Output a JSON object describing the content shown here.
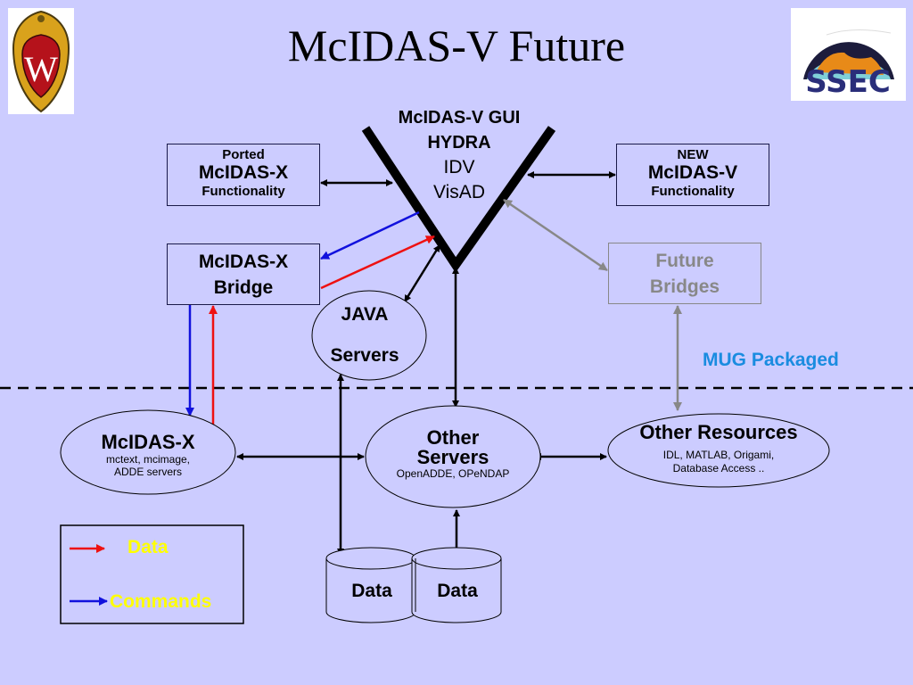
{
  "title": "McIDAS-V Future",
  "logos": {
    "left": "UW crest",
    "right": "SSEC",
    "right_text": "SSEC"
  },
  "gui": {
    "line1": "McIDAS-V GUI",
    "line2": "HYDRA",
    "line3": "IDV",
    "line4": "VisAD"
  },
  "ported_box": {
    "line1": "Ported",
    "line2": "McIDAS-X",
    "line3": "Functionality"
  },
  "new_box": {
    "line1": "NEW",
    "line2": "McIDAS-V",
    "line3": "Functionality"
  },
  "bridge_box": {
    "line1": "McIDAS-X",
    "line2": "Bridge"
  },
  "future_box": {
    "line1": "Future",
    "line2": "Bridges"
  },
  "java": {
    "line1": "JAVA",
    "line2": "Servers"
  },
  "mug_label": "MUG Packaged",
  "mcidasx": {
    "title": "McIDAS-X",
    "line1": "mctext, mcimage,",
    "line2": "ADDE servers"
  },
  "other_servers": {
    "line1": "Other",
    "line2": "Servers",
    "sub": "OpenADDE, OPeNDAP"
  },
  "other_resources": {
    "title": "Other Resources",
    "line1": "IDL, MATLAB, Origami,",
    "line2": "Database Access ..",
    "dots": ".."
  },
  "data_stores": [
    "Data",
    "Data"
  ],
  "legend": {
    "data": "Data",
    "commands": "Commands"
  },
  "colors": {
    "background": "#ccccff",
    "data": "#ee1111",
    "commands": "#1111dd",
    "future": "#888888",
    "mug": "#1a8ce0",
    "legend_text": "#ffff00"
  }
}
